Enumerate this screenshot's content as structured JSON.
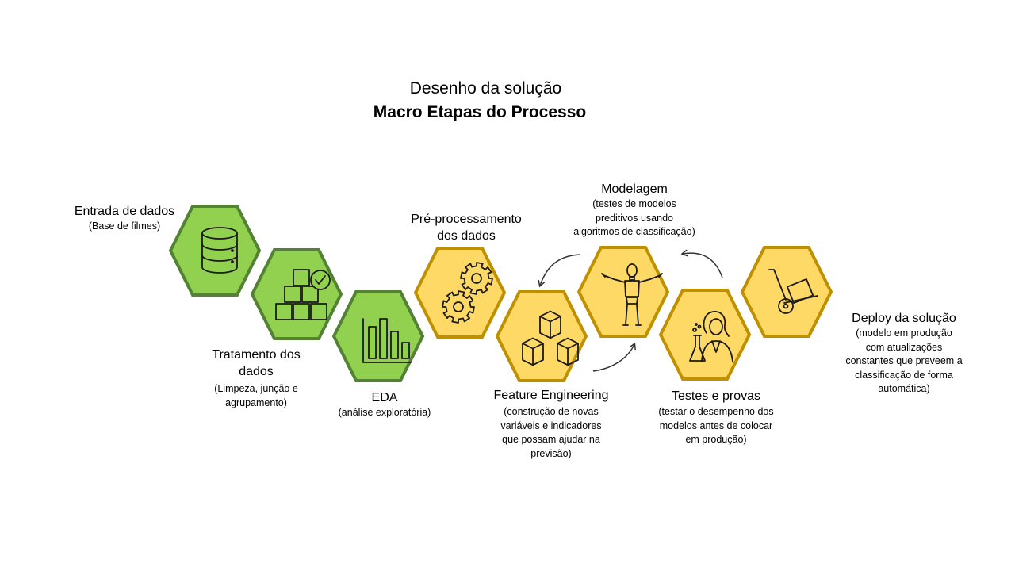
{
  "header": {
    "title": "Desenho da solução",
    "subtitle": "Macro Etapas do Processo"
  },
  "colors": {
    "green_fill": "#92D050",
    "green_stroke": "#548235",
    "yellow_fill": "#FFD966",
    "yellow_stroke": "#BF9000",
    "icon": "#1a1a1a"
  },
  "steps": [
    {
      "label": "Entrada de dados",
      "desc": "(Base de filmes)",
      "icon": "database-icon"
    },
    {
      "label": "Tratamento dos\ndados",
      "desc": "(Limpeza, junção e\nagrupamento)",
      "icon": "boxes-check-icon"
    },
    {
      "label": "EDA",
      "desc": "(análise exploratória)",
      "icon": "bar-chart-icon"
    },
    {
      "label": "Pré-processamento\ndos dados",
      "desc": "",
      "icon": "gears-icon"
    },
    {
      "label": "Feature Engineering",
      "desc": "(construção de novas\nvariáveis e indicadores\nque possam ajudar na\nprevisão)",
      "icon": "cubes-icon"
    },
    {
      "label": "Modelagem",
      "desc": "(testes de modelos\npreditivos usando\nalgoritmos de classificação)",
      "icon": "mannequin-icon"
    },
    {
      "label": "Testes e provas",
      "desc": "(testar o desempenho dos\nmodelos antes de colocar\nem produção)",
      "icon": "scientist-icon"
    },
    {
      "label": "Deploy da solução",
      "desc": "(modelo em produção\ncom atualizações\nconstantes que preveem a\nclassificação de forma\nautomática)",
      "icon": "hand-truck-icon"
    }
  ]
}
